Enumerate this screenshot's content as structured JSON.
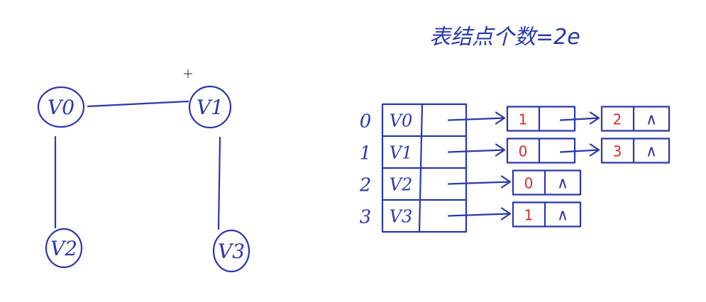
{
  "heading": "表结点个数=2e",
  "graph": {
    "vertices": [
      {
        "id": "v0",
        "label": "V0"
      },
      {
        "id": "v1",
        "label": "V1"
      },
      {
        "id": "v2",
        "label": "V2"
      },
      {
        "id": "v3",
        "label": "V3"
      }
    ],
    "edges": [
      [
        "v0",
        "v1"
      ],
      [
        "v0",
        "v2"
      ],
      [
        "v1",
        "v3"
      ]
    ]
  },
  "adjacency_list": {
    "rows": [
      {
        "index": "0",
        "vertex": "V0",
        "nodes": [
          "1",
          "2"
        ]
      },
      {
        "index": "1",
        "vertex": "V1",
        "nodes": [
          "0",
          "3"
        ]
      },
      {
        "index": "2",
        "vertex": "V2",
        "nodes": [
          "0"
        ]
      },
      {
        "index": "3",
        "vertex": "V3",
        "nodes": [
          "1"
        ]
      }
    ],
    "null_symbol": "∧"
  },
  "colors": {
    "ink": "#2b38a8",
    "adjacent_index": "#d62b2b"
  }
}
